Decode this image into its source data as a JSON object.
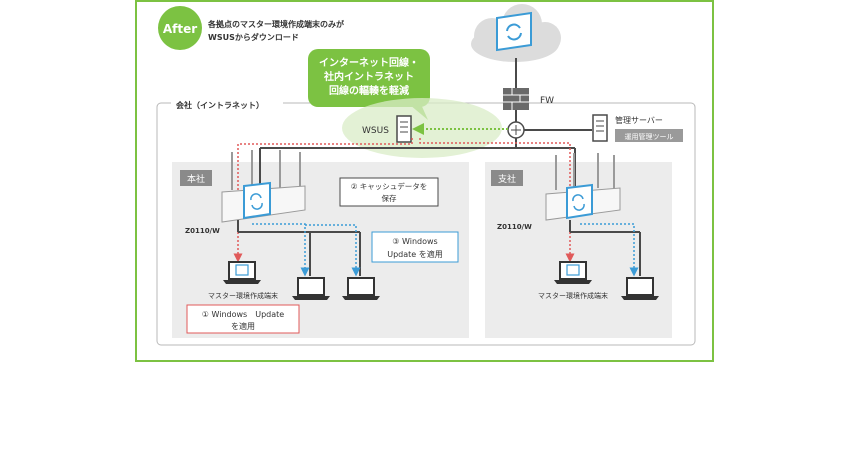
{
  "badge": {
    "label": "After"
  },
  "caption": {
    "line1": "各拠点のマスター環境作成端末のみが",
    "line2": "WSUSからダウンロード"
  },
  "callout": {
    "line1": "インターネット回線・",
    "line2": "社内イントラネット",
    "line3": "回線の輻輳を軽減"
  },
  "network": {
    "fw_label": "FW",
    "wsus_label": "WSUS",
    "company_label": "会社（イントラネット）",
    "mgmt_server_label": "管理サーバー",
    "mgmt_tool_label": "運用管理ツール"
  },
  "head_office": {
    "title": "本社",
    "device_label": "Z0110/W",
    "cache_line1": "② キャッシュデータを",
    "cache_line2": "保存",
    "apply_line1": "③ Windows",
    "apply_line2": "Update を適用",
    "master_label": "マスター環境作成端末",
    "wu_line1": "① Windows　Update",
    "wu_line2": "を適用"
  },
  "branch": {
    "title": "支社",
    "device_label": "Z0110/W",
    "master_label": "マスター環境作成端末"
  },
  "colors": {
    "green": "#7cc242",
    "red": "#e05a5a",
    "blue": "#3b9bd6",
    "dark": "#4a4a4a"
  }
}
